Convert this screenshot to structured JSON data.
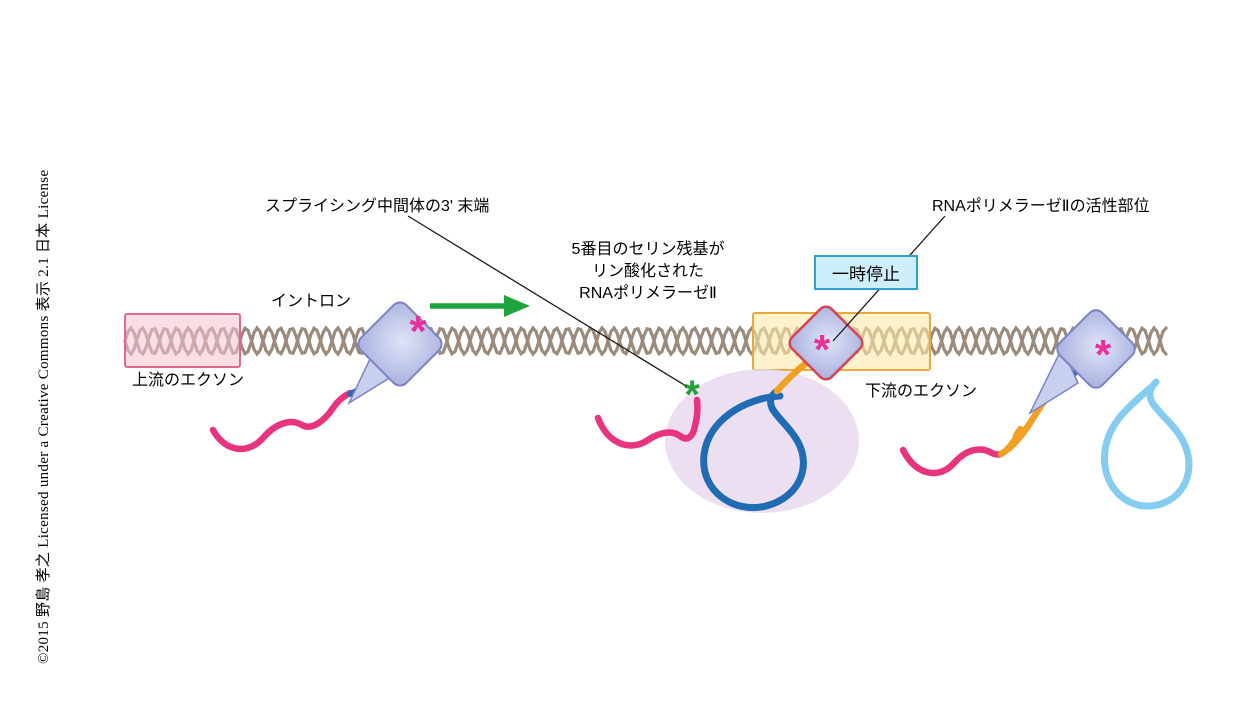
{
  "copyright": "©2015 野島 孝之 Licensed under a Creative Commons 表示 2.1 日本 License",
  "labels": {
    "splicing_intermediate": "スプライシング中間体の3' 末端",
    "phospho_line1": "5番目のセリン残基が",
    "phospho_line2": "リン酸化された",
    "phospho_line3": "RNAポリメラーゼⅡ",
    "pause": "一時停止",
    "active_site": "RNAポリメラーゼⅡの活性部位",
    "intron": "イントロン",
    "upstream_exon": "上流のエクソン",
    "downstream_exon": "下流のエクソン"
  },
  "symbols": {
    "phospho_asterisk": "*",
    "splice_end_asterisk": "*"
  },
  "colors": {
    "helix": "#9b8b7d",
    "strand-pink": "#e8337f",
    "strand-blue": "#1f6cb4",
    "strand-orange": "#f0a123",
    "strand-lightblue": "#85cdf0",
    "exon-pink-fill": "#f6c2d2",
    "exon-pink-stroke": "#e06a8d",
    "exon-yellow-fill": "#fbe9a8",
    "exon-yellow-stroke": "#e9a93d",
    "polymerase-stroke": "#7b84c4",
    "polymerase-active-stroke": "#d84355",
    "exit-channel-fill": "#c9cfee",
    "spliceosome-fill": "#e9d9ef",
    "arrow-green": "#1fa33c",
    "asterisk-pink": "#ea2f9a",
    "asterisk-green": "#21a13c",
    "pause-fill": "#cdeefb",
    "pause-stroke": "#2e9fd4",
    "pointer-line": "#1a1a1a"
  }
}
